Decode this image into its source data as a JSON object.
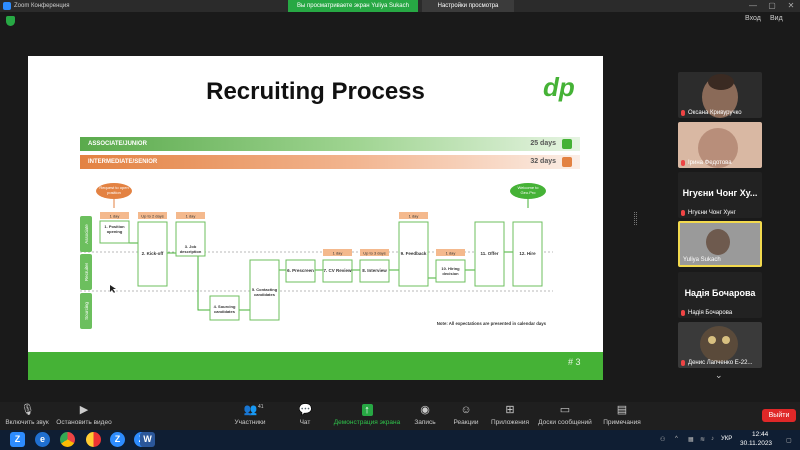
{
  "window": {
    "title": "Zoom Конференция",
    "banner": "Вы просматриваете экран Yuliya Sukach",
    "view_settings": "Настройки просмотра",
    "controls": [
      "—",
      "▢",
      "✕"
    ]
  },
  "header": {
    "login": "Вход",
    "view": "Вид"
  },
  "slide": {
    "title": "Recruiting Process",
    "logo": "dp",
    "page_number": "# 3",
    "bars": [
      {
        "label": "ASSOCIATE/JUNIOR",
        "days": "25 days",
        "color": "#45b236"
      },
      {
        "label": "INTERMEDIATE/SENIOR",
        "days": "32 days",
        "color": "#e38242"
      }
    ],
    "lanes": [
      "Associate",
      "Recruiter",
      "Sourcing"
    ],
    "start_bubble": "Request to open position",
    "end_bubble": "Welcome to Geo.Pro",
    "steps": [
      {
        "label": "1. Position opening",
        "tag": "1 day"
      },
      {
        "label": "2. Kick-off",
        "tag": "Up to 2 days"
      },
      {
        "label": "3. Job description",
        "tag": "1 day"
      },
      {
        "label": "4. Sourcing candidates",
        "tag": ""
      },
      {
        "label": "5. Contacting candidates",
        "tag": ""
      },
      {
        "label": "6. Prescreen",
        "tag": ""
      },
      {
        "label": "7. CV Review",
        "tag": "1 day"
      },
      {
        "label": "8. Interview",
        "tag": "Up to 3 days"
      },
      {
        "label": "9. Feedback",
        "tag": "1 day"
      },
      {
        "label": "10. Hiring decision",
        "tag": "1 day"
      },
      {
        "label": "11. Offer",
        "tag": ""
      },
      {
        "label": "12. Hire",
        "tag": ""
      }
    ],
    "note": "Note: All expectations are presented in calendar days"
  },
  "participants": [
    {
      "name": "Оксана Кривуручко",
      "type": "video",
      "muted": true
    },
    {
      "name": "Ірина Федотова",
      "type": "video",
      "muted": true
    },
    {
      "name": "Нгуєни Чонг Хунг",
      "display": "Нгуєни Чонг Ху...",
      "type": "name",
      "muted": true
    },
    {
      "name": "Yuliya Sukach",
      "type": "video",
      "muted": false
    },
    {
      "name": "Надія Бочарова",
      "display": "Надія Бочарова",
      "type": "name",
      "muted": true
    },
    {
      "name": "Денис Лапченко Е-22...",
      "type": "video",
      "muted": true
    }
  ],
  "participants_scroll": "⌄",
  "toolbar": {
    "mute": {
      "label": "Включить звук",
      "icon": "microphone-muted-icon"
    },
    "video": {
      "label": "Остановить видео",
      "icon": "camera-icon"
    },
    "participants": {
      "label": "Участники",
      "icon": "people-icon",
      "count": "41"
    },
    "chat": {
      "label": "Чат",
      "icon": "chat-icon"
    },
    "share": {
      "label": "Демонстрация экрана",
      "icon": "share-screen-icon"
    },
    "record": {
      "label": "Запись",
      "icon": "record-icon"
    },
    "reactions": {
      "label": "Реакции",
      "icon": "smiley-icon"
    },
    "apps": {
      "label": "Приложения",
      "icon": "apps-icon"
    },
    "whiteboards": {
      "label": "Доски сообщений",
      "icon": "whiteboard-icon"
    },
    "notes": {
      "label": "Примечания",
      "icon": "notes-icon"
    },
    "leave": "Выйти"
  },
  "taskbar": {
    "apps": [
      "zoom",
      "edge",
      "chrome",
      "yandex",
      "zoom",
      "zoom",
      "word"
    ],
    "lang": "УКР",
    "time": "12:44",
    "date": "30.11.2023"
  }
}
